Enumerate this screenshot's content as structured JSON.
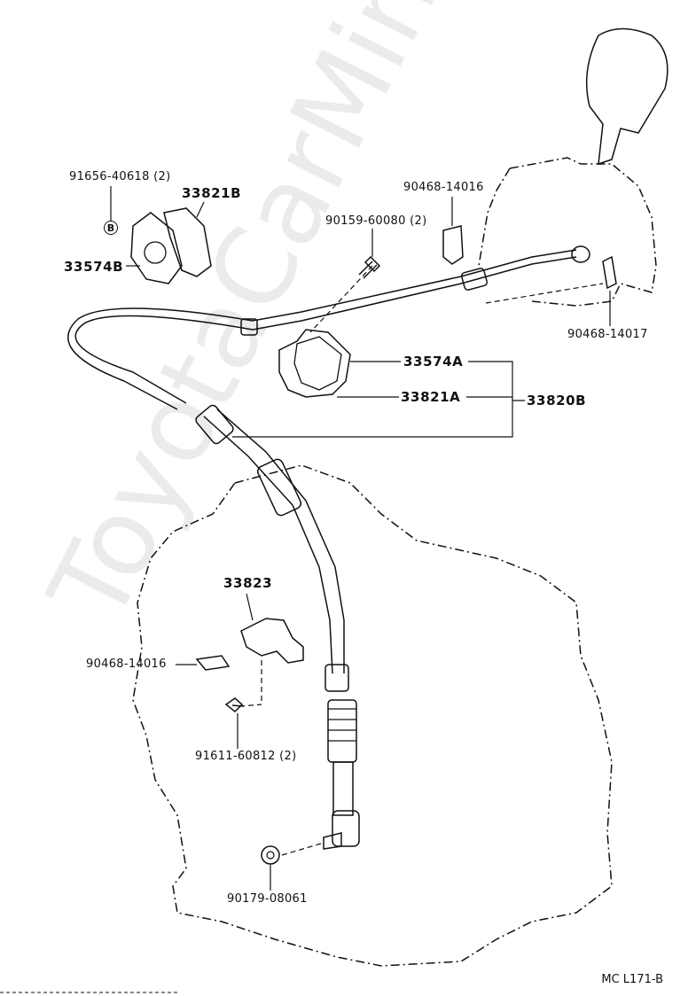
{
  "diagram": {
    "labels": {
      "bolt_91656": "91656-40618 (2)",
      "plate_33821b": "33821B",
      "bracket_33574b": "33574B",
      "mark_b": "B",
      "bolt_90159": "90159-60080 (2)",
      "clip_90468_top": "90468-14016",
      "clip_90468_right": "90468-14017",
      "bracket_33574a": "33574A",
      "plate_33821a": "33821A",
      "assembly_33820b": "33820B",
      "bracket_33823": "33823",
      "clip_90468_left": "90468-14016",
      "bolt_91611": "91611-60812 (2)",
      "nut_90179": "90179-08061"
    },
    "drawing_code": "MC L171-B",
    "watermark": "ToyotaCarMine.ru"
  }
}
